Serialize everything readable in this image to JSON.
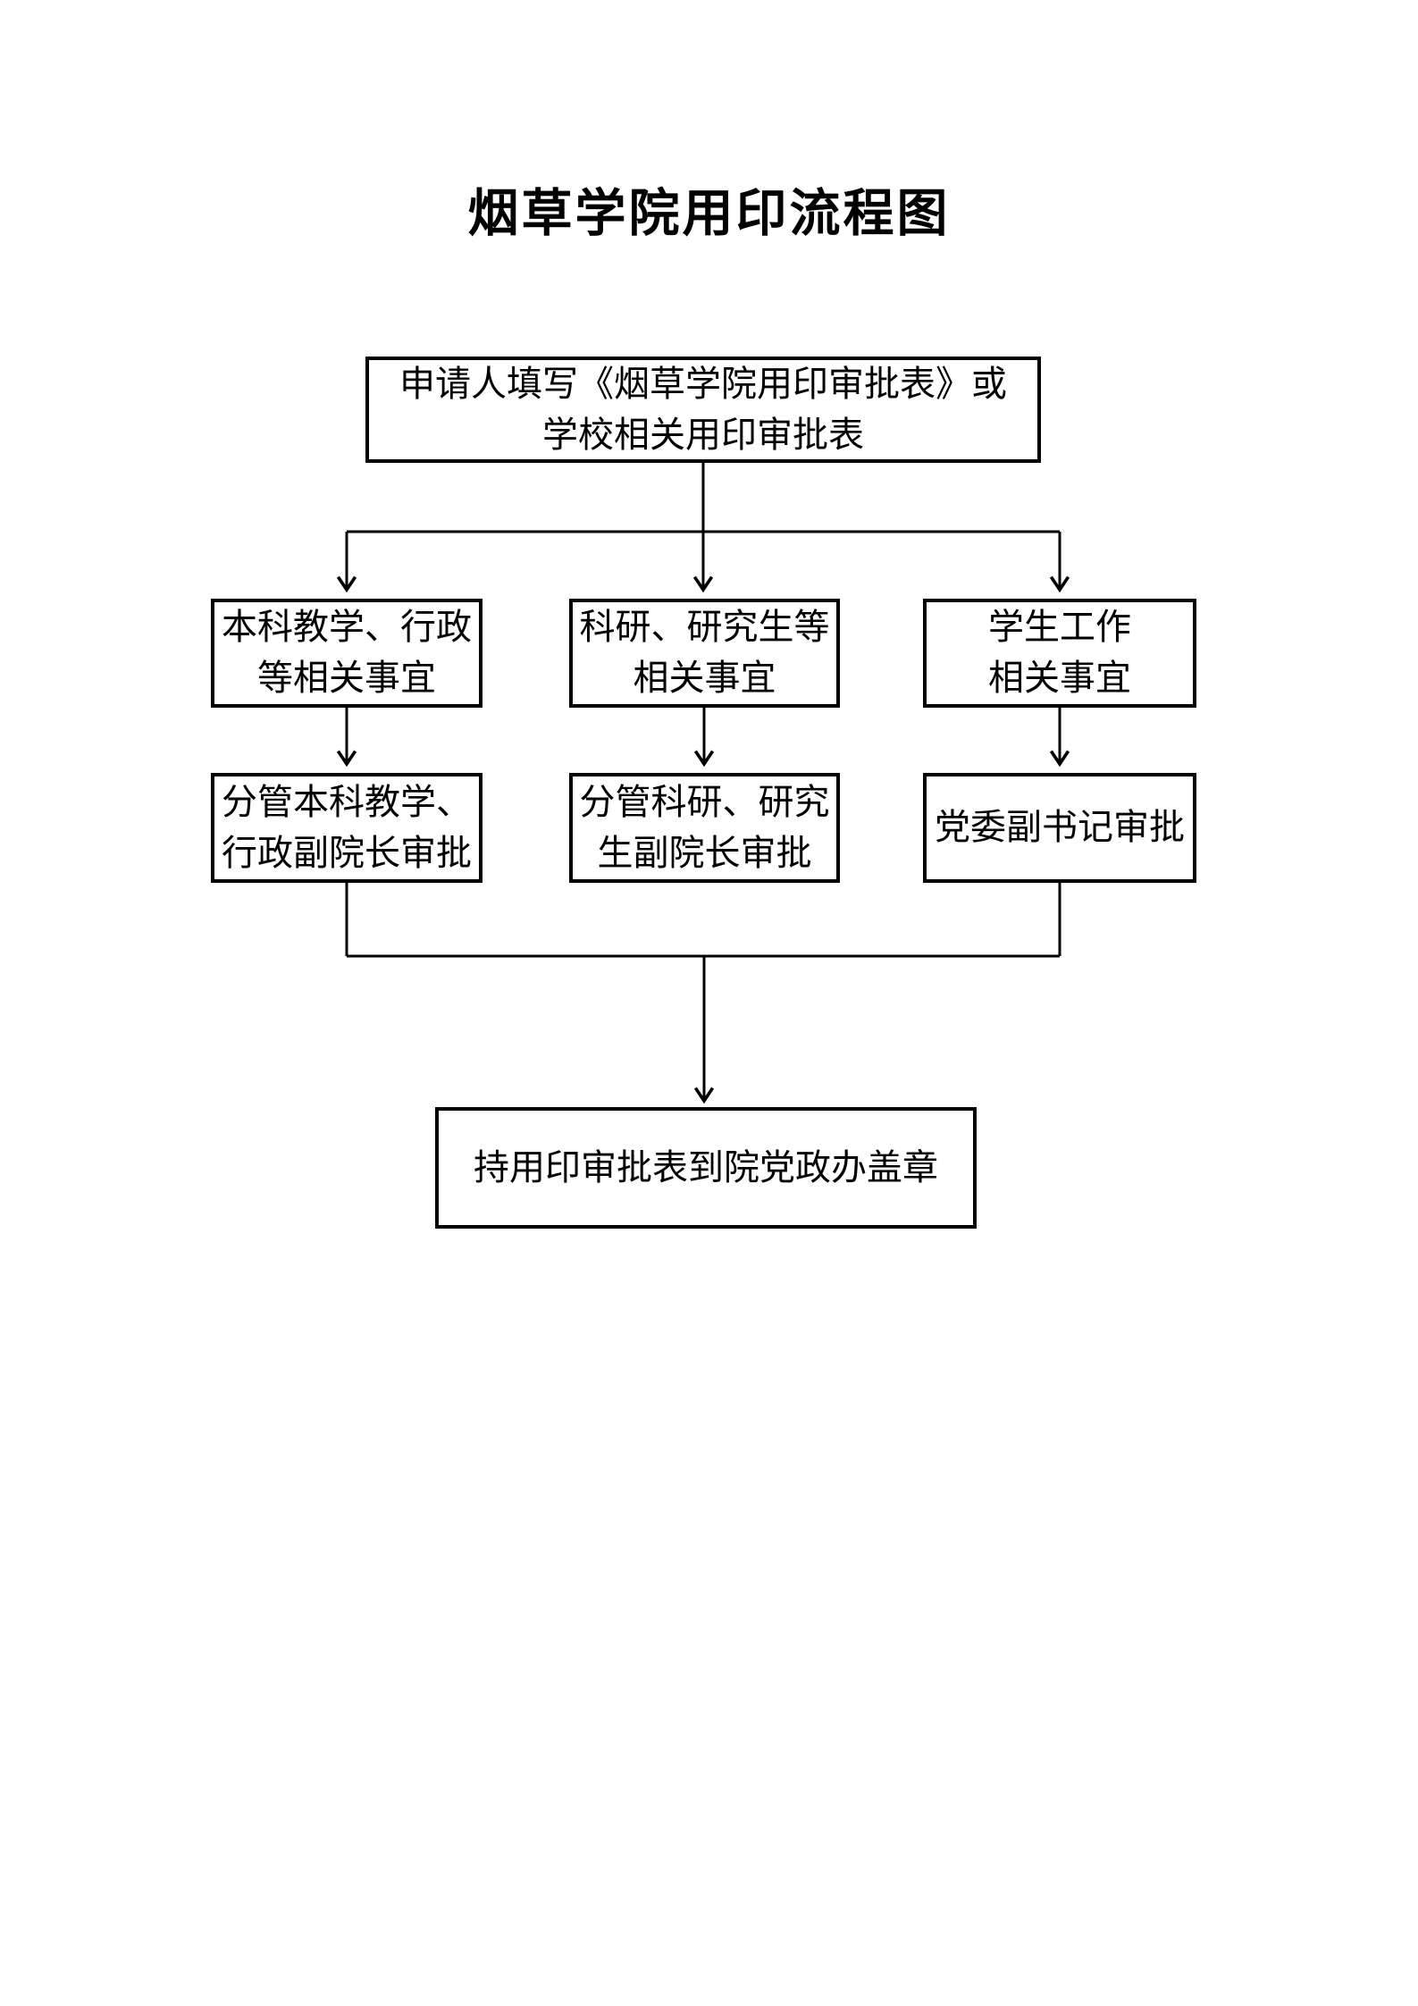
{
  "page": {
    "title": "烟草学院用印流程图",
    "background_color": "#ffffff",
    "line_color": "#000000",
    "text_color": "#000000"
  },
  "flowchart": {
    "nodes": {
      "apply": {
        "label": "申请人填写《烟草学院用印审批表》或\n学校相关用印审批表"
      },
      "undergrad_admin": {
        "label": "本科教学、行政\n等相关事宜"
      },
      "research_graduate": {
        "label": "科研、研究生等\n相关事宜"
      },
      "student_affairs": {
        "label": "学生工作\n相关事宜"
      },
      "vice_dean_teaching": {
        "label": "分管本科教学、\n行政副院长审批"
      },
      "vice_dean_research": {
        "label": "分管科研、研究\n生副院长审批"
      },
      "deputy_secretary": {
        "label": "党委副书记审批"
      },
      "stamp": {
        "label": "持用印审批表到院党政办盖章"
      }
    }
  }
}
